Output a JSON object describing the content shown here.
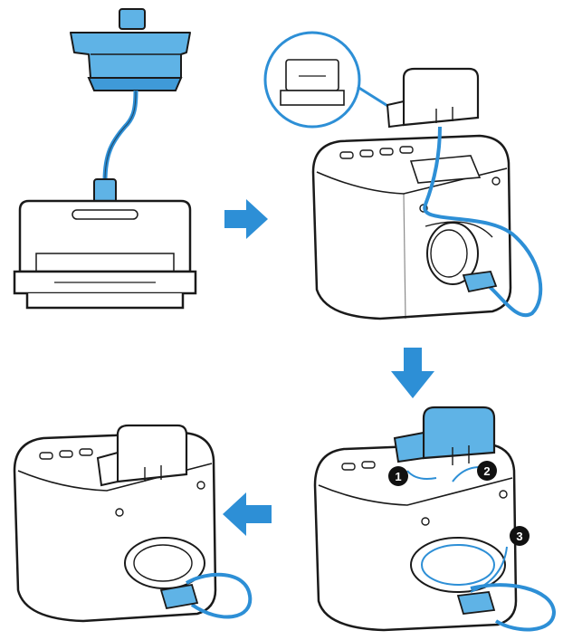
{
  "steps": [
    {
      "marker": "1"
    },
    {
      "marker": "2"
    },
    {
      "marker": "3"
    }
  ],
  "colors": {
    "accent": "#2d8fd6",
    "accent_fill": "#5fb3e6",
    "accent_dark": "#1f6fae",
    "line": "#1a1a1a",
    "marker_fill": "#111111",
    "background": "#ffffff"
  },
  "icons": [
    "usb-plug-icon",
    "arrow-right-icon",
    "arrow-down-icon",
    "arrow-left-icon",
    "zoom-callout-icon"
  ]
}
